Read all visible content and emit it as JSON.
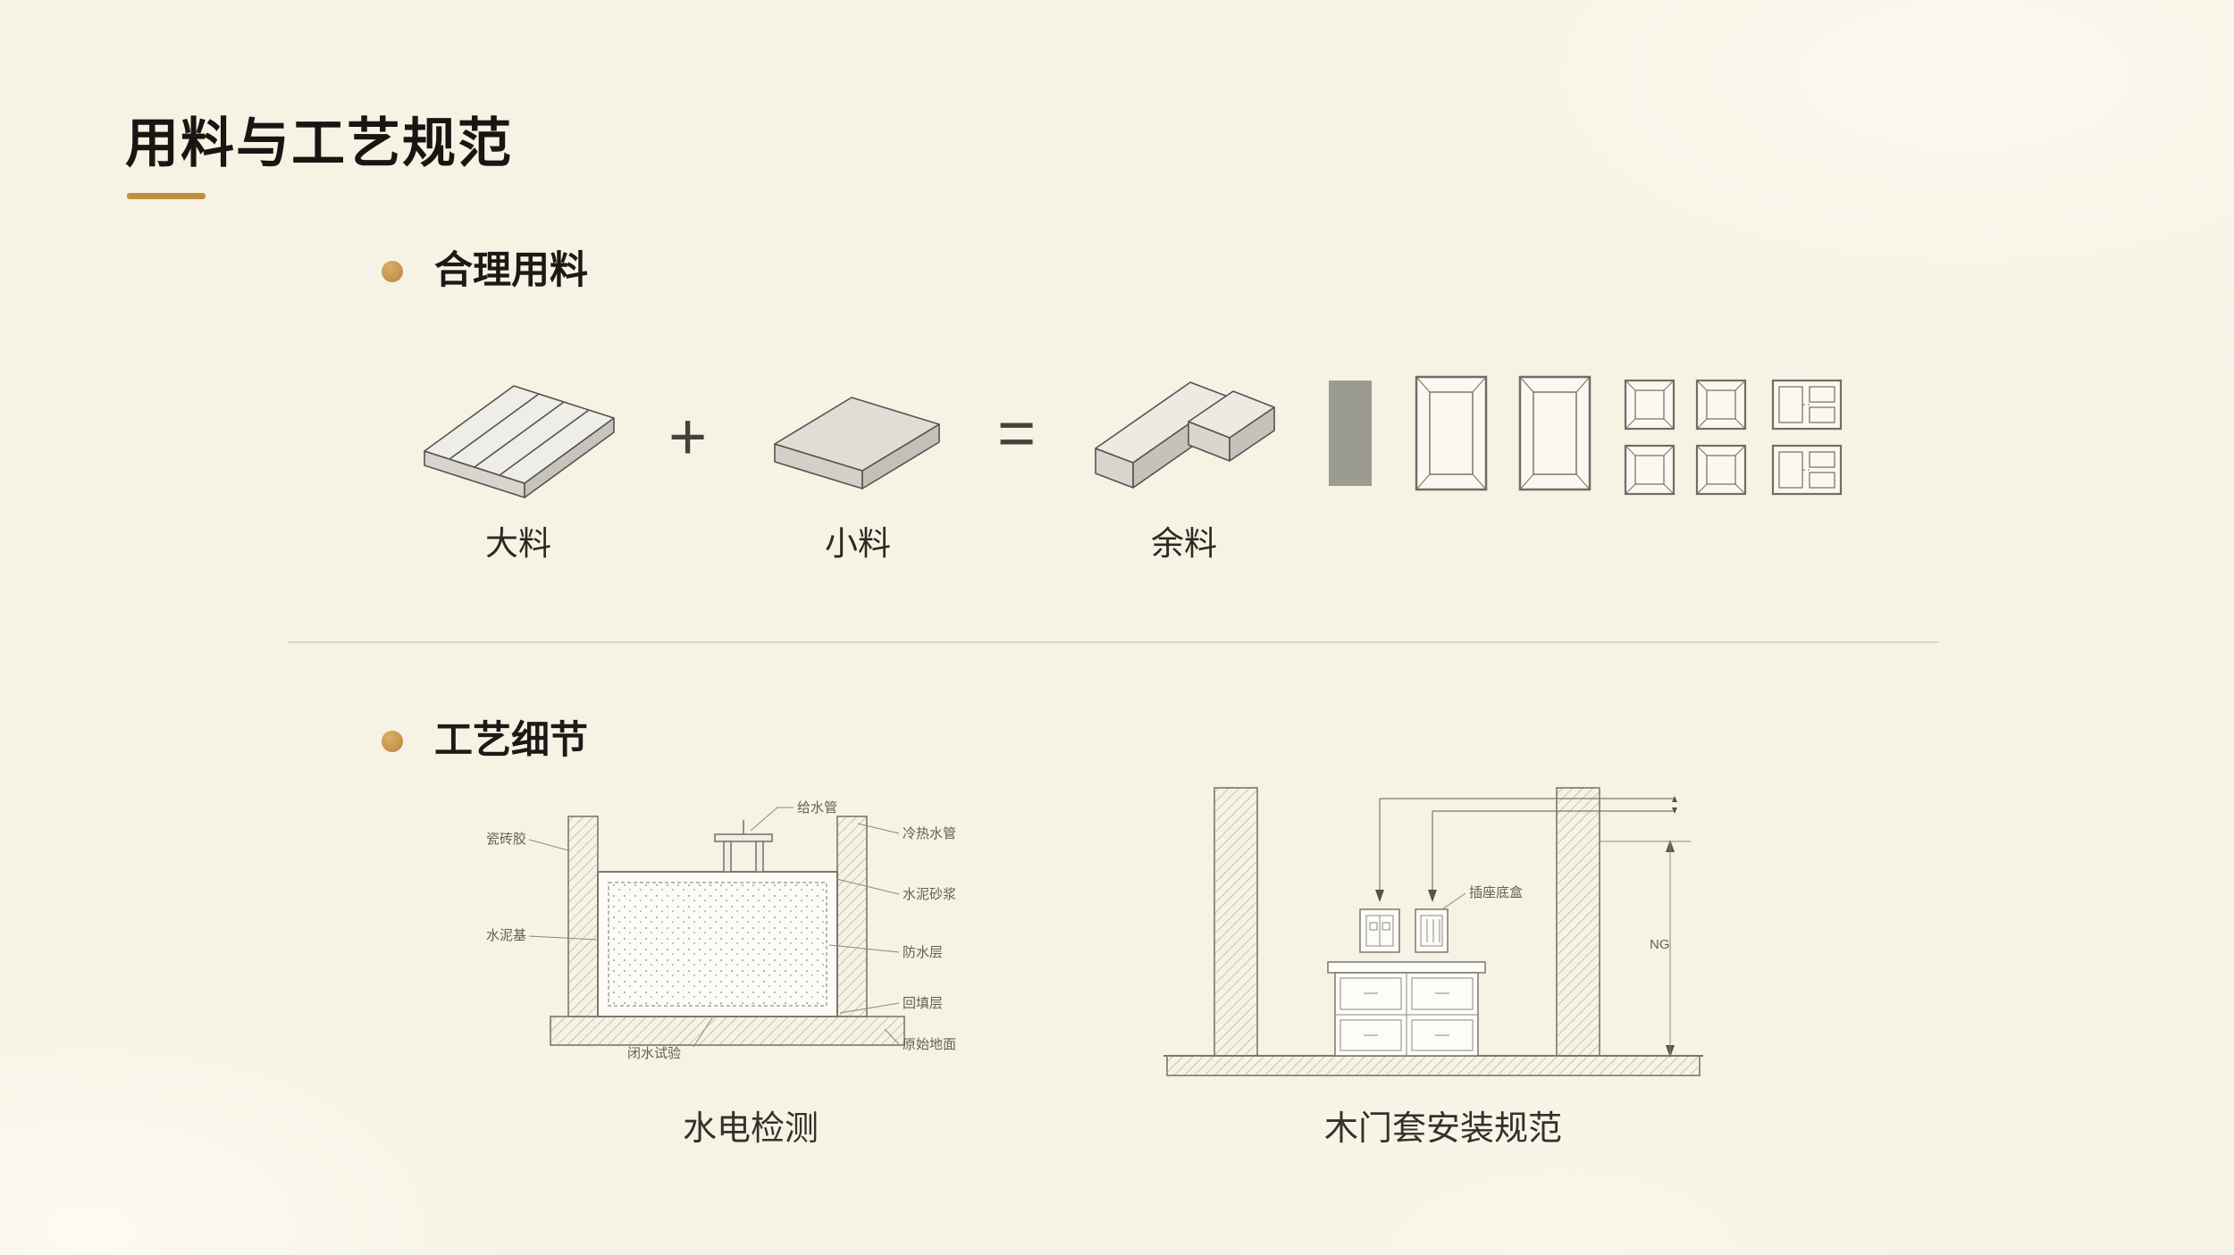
{
  "slide": {
    "title": "用料与工艺规范",
    "colors": {
      "background": "#f6f2e4",
      "accent": "#c0903e",
      "bullet": "#c99546",
      "text": "#201e1a",
      "diagram_line": "#7a786e",
      "gray_panel": "#9c9b92"
    }
  },
  "materials": {
    "heading": "合理用料",
    "large_label": "大料",
    "plus": "+",
    "small_label": "小料",
    "equals": "=",
    "leftover_label": "余料",
    "icons": [
      "solid-panel-icon",
      "door-panel-icon",
      "door-panel-icon",
      "small-frame-icon",
      "small-frame-icon",
      "small-frame-icon",
      "small-frame-icon",
      "cut-piece-icon",
      "cut-piece-icon"
    ]
  },
  "craft": {
    "heading": "工艺细节",
    "water_test": {
      "caption": "水电检测",
      "label_top": "给水管",
      "labels_left": [
        "瓷砖胶",
        "水泥基"
      ],
      "labels_right": [
        "冷热水管",
        "水泥砂浆",
        "防水层",
        "回填层",
        "原始地面"
      ],
      "label_bottom": "闭水试验"
    },
    "door_frame": {
      "caption": "木门套安装规范",
      "outlet_label": "插座底盒",
      "dimension_label": "NG"
    }
  }
}
